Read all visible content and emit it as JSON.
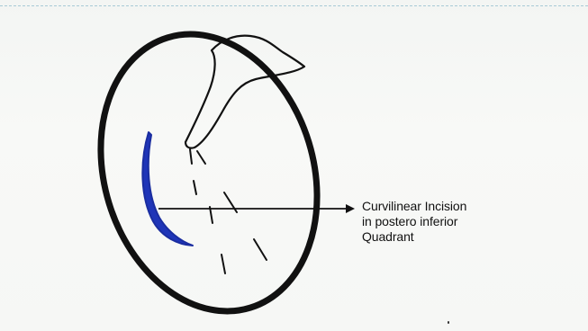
{
  "annotation": {
    "line1": "Curvilinear Incision",
    "line2": "in postero inferior",
    "line3": "Quadrant"
  },
  "colors": {
    "outline": "#111111",
    "incision": "#1f35b8",
    "background": "#f7f8f6"
  },
  "icons": {
    "arrowhead": "arrow-right-icon"
  }
}
